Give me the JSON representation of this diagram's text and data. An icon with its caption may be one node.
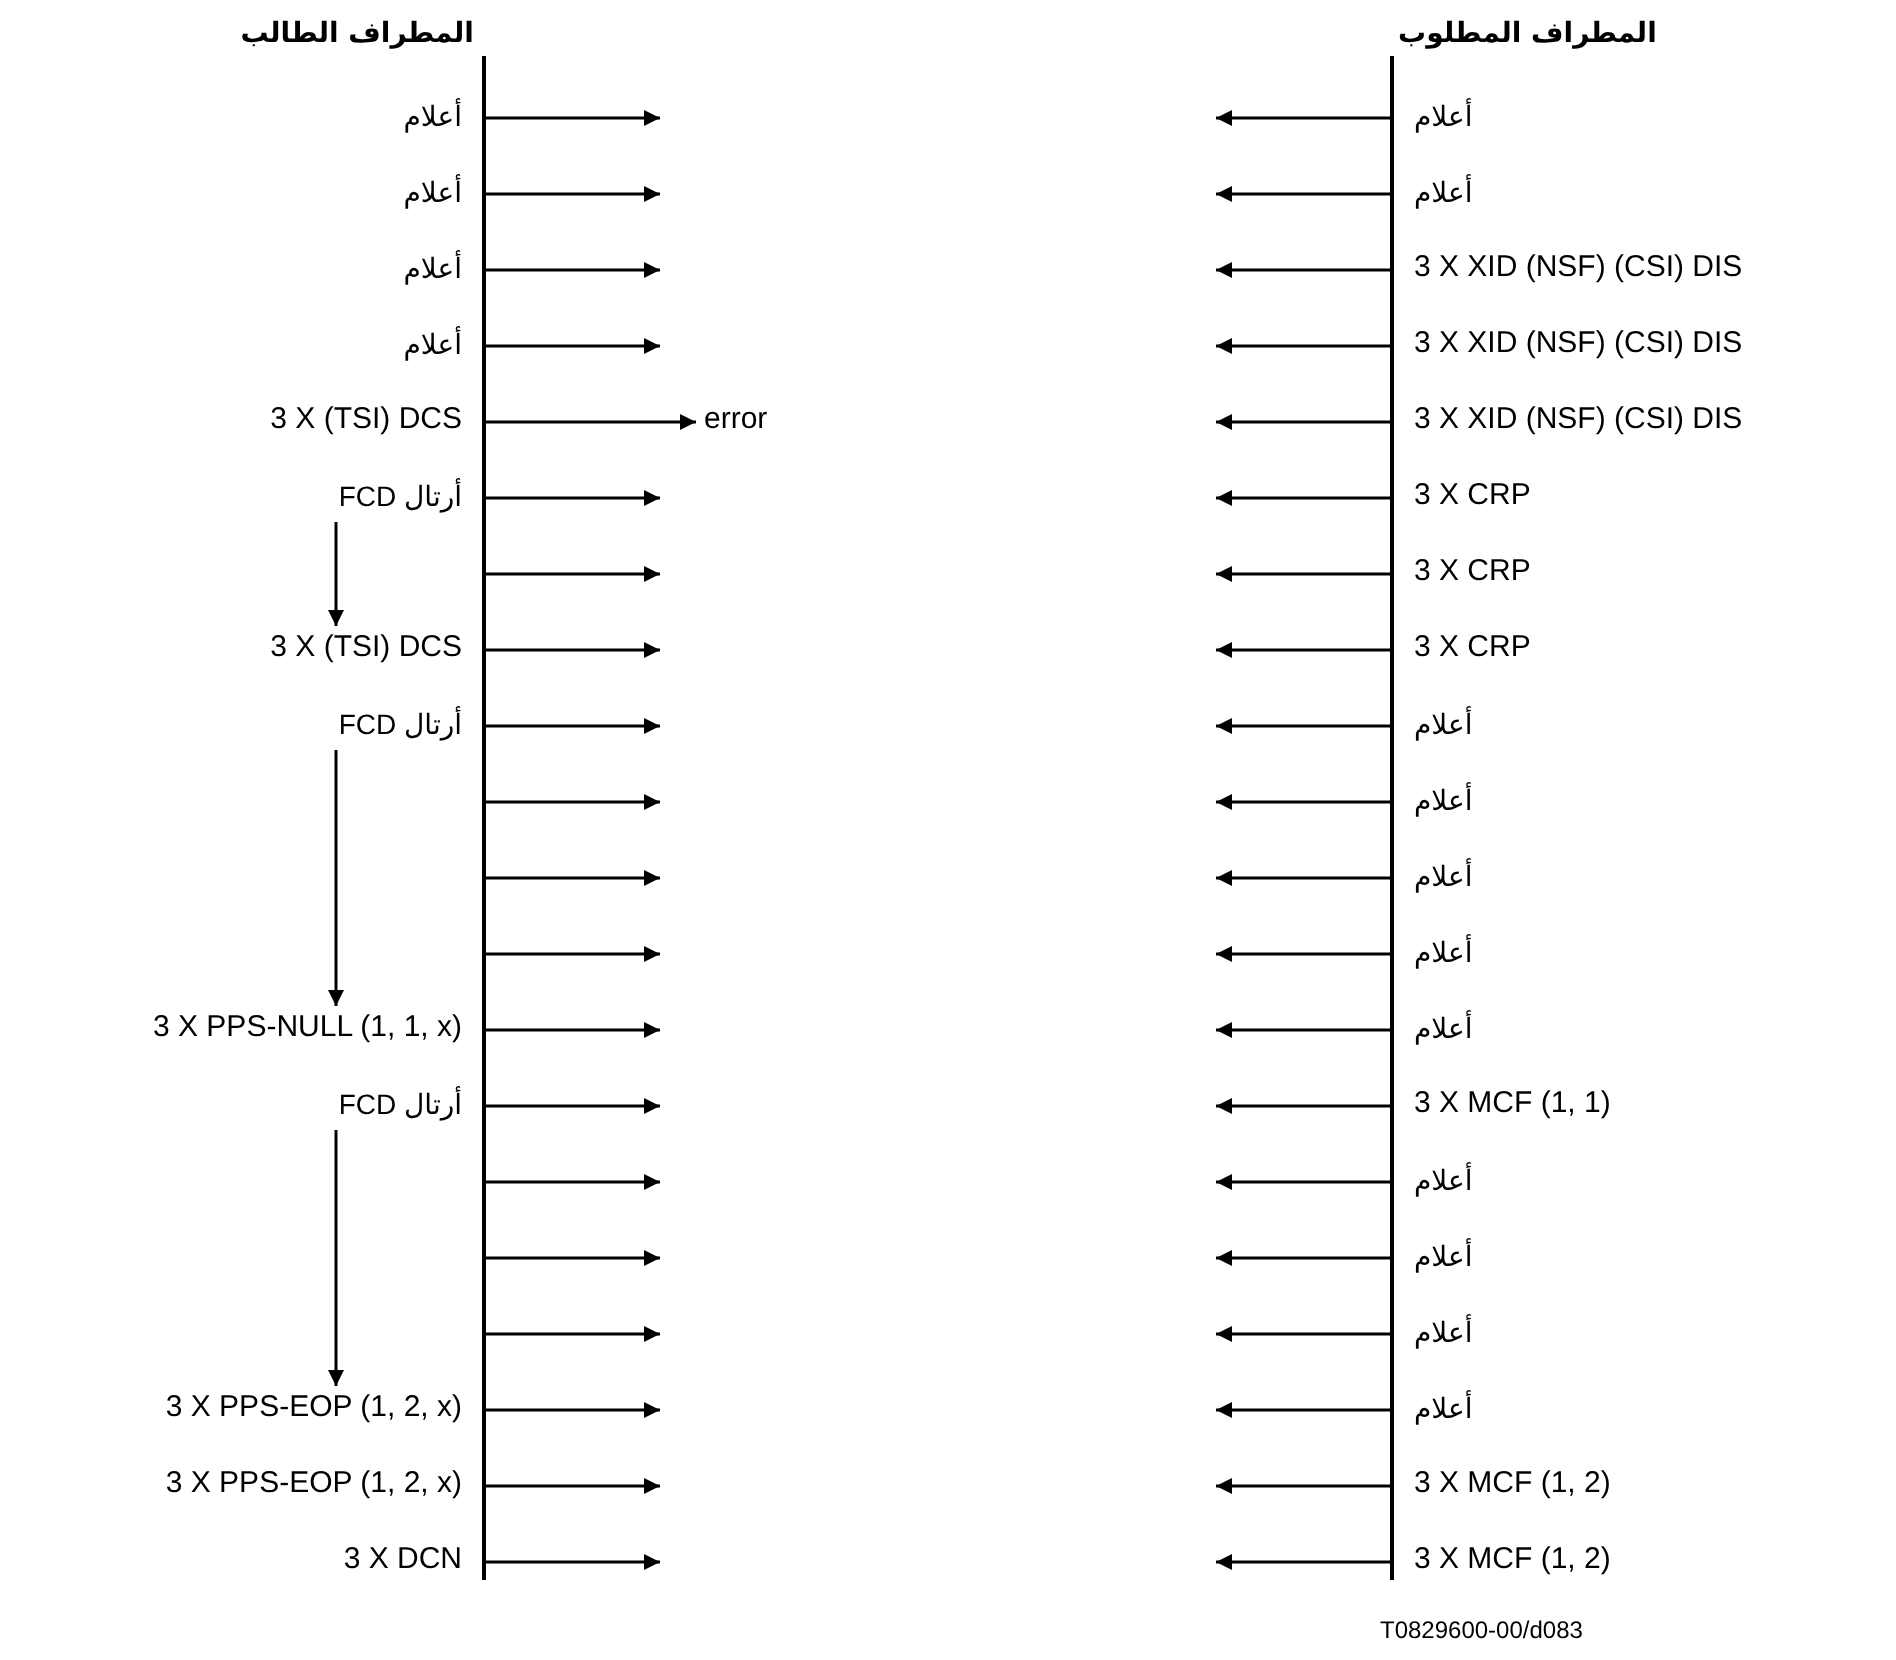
{
  "diagram": {
    "nodes": [
      {
        "text": [
          "المطراف الطالب"
        ]
      },
      {
        "text": [
          "المطراف المطلوب"
        ]
      },
      {
        "text": [
          "أعلام"
        ],
        "in": 0
      },
      {
        "text": [
          "أعلام"
        ],
        "in": 0
      },
      {
        "text": [
          "أعلام"
        ],
        "in": 0
      },
      {
        "text": [
          "أعلام"
        ],
        "in": 0
      },
      {
        "text": [
          "3 X (TSI) DCS"
        ],
        "in": 0
      },
      {
        "text": [
          "أرتال FCD"
        ],
        "in": 0
      },
      {
        "text": [
          "3 X (TSI) DCS"
        ],
        "in": 0
      },
      {
        "text": [
          "أرتال FCD"
        ],
        "in": 0
      },
      {
        "text": [
          "3 X PPS-NULL (1, 1, x)"
        ],
        "in": 0
      },
      {
        "text": [
          "أرتال FCD"
        ],
        "in": 0
      },
      {
        "text": [
          "3 X PPS-EOP (1, 2, x)"
        ],
        "in": 0
      },
      {
        "text": [
          "3 X PPS-EOP (1, 2, x)"
        ],
        "in": 0
      },
      {
        "text": [
          "3 X DCN"
        ],
        "in": 0
      },
      {
        "text": [
          "error"
        ]
      },
      {
        "text": [
          "أعلام"
        ],
        "in": 1
      },
      {
        "text": [
          "أعلام"
        ],
        "in": 1
      },
      {
        "text": [
          "3 X XID (NSF) (CSI) DIS"
        ],
        "in": 1
      },
      {
        "text": [
          "3 X XID (NSF) (CSI) DIS"
        ],
        "in": 1
      },
      {
        "text": [
          "3 X XID (NSF) (CSI) DIS"
        ],
        "in": 1
      },
      {
        "text": [
          "3 X CRP"
        ],
        "in": 1
      },
      {
        "text": [
          "3 X CRP"
        ],
        "in": 1
      },
      {
        "text": [
          "3 X CRP"
        ],
        "in": 1
      },
      {
        "text": [
          "أعلام"
        ],
        "in": 1
      },
      {
        "text": [
          "أعلام"
        ],
        "in": 1
      },
      {
        "text": [
          "أعلام"
        ],
        "in": 1
      },
      {
        "text": [
          "أعلام"
        ],
        "in": 1
      },
      {
        "text": [
          "أعلام"
        ],
        "in": 1
      },
      {
        "text": [
          "3 X MCF (1, 1)"
        ],
        "in": 1
      },
      {
        "text": [
          "أعلام"
        ],
        "in": 1
      },
      {
        "text": [
          "أعلام"
        ],
        "in": 1
      },
      {
        "text": [
          "أعلام"
        ],
        "in": 1
      },
      {
        "text": [
          "أعلام"
        ],
        "in": 1
      },
      {
        "text": [
          "3 X MCF (1, 2)"
        ],
        "in": 1
      },
      {
        "text": [
          "3 X MCF (1, 2)"
        ],
        "in": 1
      }
    ],
    "edges": [
      {
        "from": 0,
        "to": null,
        "arrow": "to"
      },
      {
        "from": 0,
        "to": null,
        "arrow": "to"
      },
      {
        "from": 0,
        "to": null,
        "arrow": "to"
      },
      {
        "from": 0,
        "to": null,
        "arrow": "to"
      },
      {
        "from": 0,
        "to": 15,
        "arrow": "to"
      },
      {
        "from": 0,
        "to": null,
        "arrow": "to"
      },
      {
        "from": 0,
        "to": null,
        "arrow": "to"
      },
      {
        "from": 0,
        "to": null,
        "arrow": "to"
      },
      {
        "from": 0,
        "to": null,
        "arrow": "to"
      },
      {
        "from": 0,
        "to": null,
        "arrow": "to"
      },
      {
        "from": 0,
        "to": null,
        "arrow": "to"
      },
      {
        "from": 0,
        "to": null,
        "arrow": "to"
      },
      {
        "from": 0,
        "to": null,
        "arrow": "to"
      },
      {
        "from": 0,
        "to": null,
        "arrow": "to"
      },
      {
        "from": 0,
        "to": null,
        "arrow": "to"
      },
      {
        "from": 0,
        "to": null,
        "arrow": "to"
      },
      {
        "from": 0,
        "to": null,
        "arrow": "to"
      },
      {
        "from": 0,
        "to": null,
        "arrow": "to"
      },
      {
        "from": 0,
        "to": null,
        "arrow": "to"
      },
      {
        "from": 0,
        "to": null,
        "arrow": "to"
      },
      {
        "from": 1,
        "to": null,
        "arrow": "to"
      },
      {
        "from": 1,
        "to": null,
        "arrow": "to"
      },
      {
        "from": 1,
        "to": null,
        "arrow": "to"
      },
      {
        "from": 1,
        "to": null,
        "arrow": "to"
      },
      {
        "from": 1,
        "to": null,
        "arrow": "to"
      },
      {
        "from": 1,
        "to": null,
        "arrow": "to"
      },
      {
        "from": 1,
        "to": null,
        "arrow": "to"
      },
      {
        "from": 1,
        "to": null,
        "arrow": "to"
      },
      {
        "from": 1,
        "to": null,
        "arrow": "to"
      },
      {
        "from": 1,
        "to": null,
        "arrow": "to"
      },
      {
        "from": 1,
        "to": null,
        "arrow": "to"
      },
      {
        "from": 1,
        "to": null,
        "arrow": "to"
      },
      {
        "from": 1,
        "to": null,
        "arrow": "to"
      },
      {
        "from": 1,
        "to": null,
        "arrow": "to"
      },
      {
        "from": 1,
        "to": null,
        "arrow": "to"
      },
      {
        "from": 1,
        "to": null,
        "arrow": "to"
      },
      {
        "from": 1,
        "to": null,
        "arrow": "to"
      },
      {
        "from": 1,
        "to": null,
        "arrow": "to"
      },
      {
        "from": 1,
        "to": null,
        "arrow": "to"
      },
      {
        "from": 1,
        "to": null,
        "arrow": "to"
      },
      {
        "from": 7,
        "to": 8,
        "arrow": "to"
      },
      {
        "from": 9,
        "to": 10,
        "arrow": "to"
      },
      {
        "from": 11,
        "to": 12,
        "arrow": "to"
      }
    ],
    "labels": [
      "T0829600-00/d083"
    ]
  }
}
